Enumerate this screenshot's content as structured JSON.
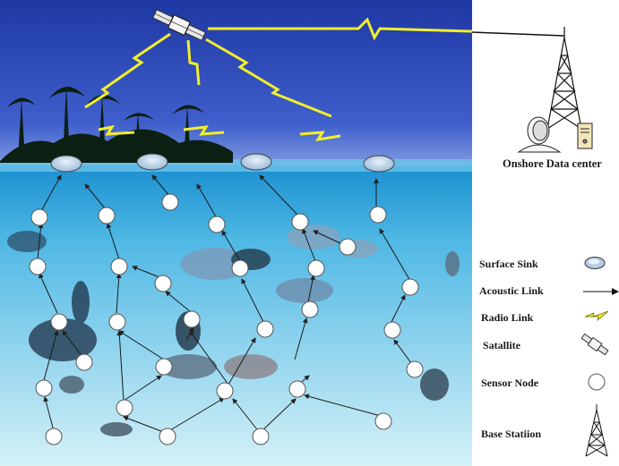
{
  "onshore_label": "Onshore Data center",
  "legend": {
    "surface_sink": "Surface Sink",
    "acoustic_link": "Acoustic Link",
    "radio_link": "Radio Link",
    "satellite": "Satallite",
    "sensor_node": "Sensor Node",
    "base_station": "Base Statiion"
  },
  "colors": {
    "sky_top": "#1f3aa8",
    "sky_bottom": "#5a78d8",
    "water_top": "#3fb0e0",
    "water_bottom": "#bfeaf5",
    "radio_link": "#f2ee2e",
    "node_fill": "#ffffff",
    "sink_fill": "#c9dcef"
  }
}
